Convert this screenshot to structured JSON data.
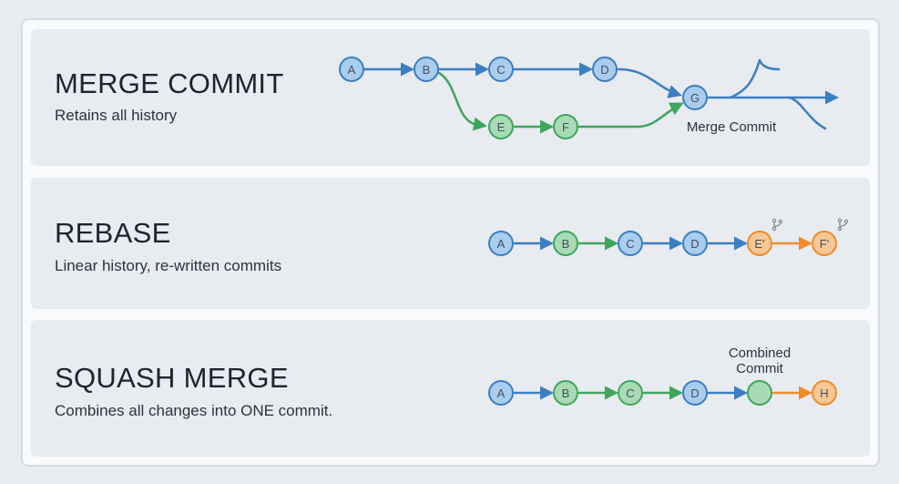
{
  "colors": {
    "blue_fill": "#a9cdee",
    "blue_stroke": "#3b7fc2",
    "green_fill": "#a8dbb5",
    "green_stroke": "#3fa55c",
    "orange_fill": "#f7c796",
    "orange_stroke": "#f08c2e",
    "text_dark": "#1c2430",
    "node_text": "#44505e"
  },
  "merge": {
    "title": "MERGE COMMIT",
    "subtitle": "Retains all history",
    "nodes": {
      "a": "A",
      "b": "B",
      "c": "C",
      "d": "D",
      "e": "E",
      "f": "F",
      "g": "G"
    },
    "merge_label": "Merge Commit"
  },
  "rebase": {
    "title": "REBASE",
    "subtitle": "Linear history, re-written commits",
    "nodes": {
      "a": "A",
      "b": "B",
      "c": "C",
      "d": "D",
      "e": "E'",
      "f": "F'"
    },
    "branch_icon": "git-branch-icon"
  },
  "squash": {
    "title": "SQUASH MERGE",
    "subtitle": "Combines all changes into ONE commit.",
    "nodes": {
      "a": "A",
      "b": "B",
      "c": "C",
      "d": "D",
      "combined": "",
      "h": "H"
    },
    "combined_label_line1": "Combined",
    "combined_label_line2": "Commit"
  }
}
